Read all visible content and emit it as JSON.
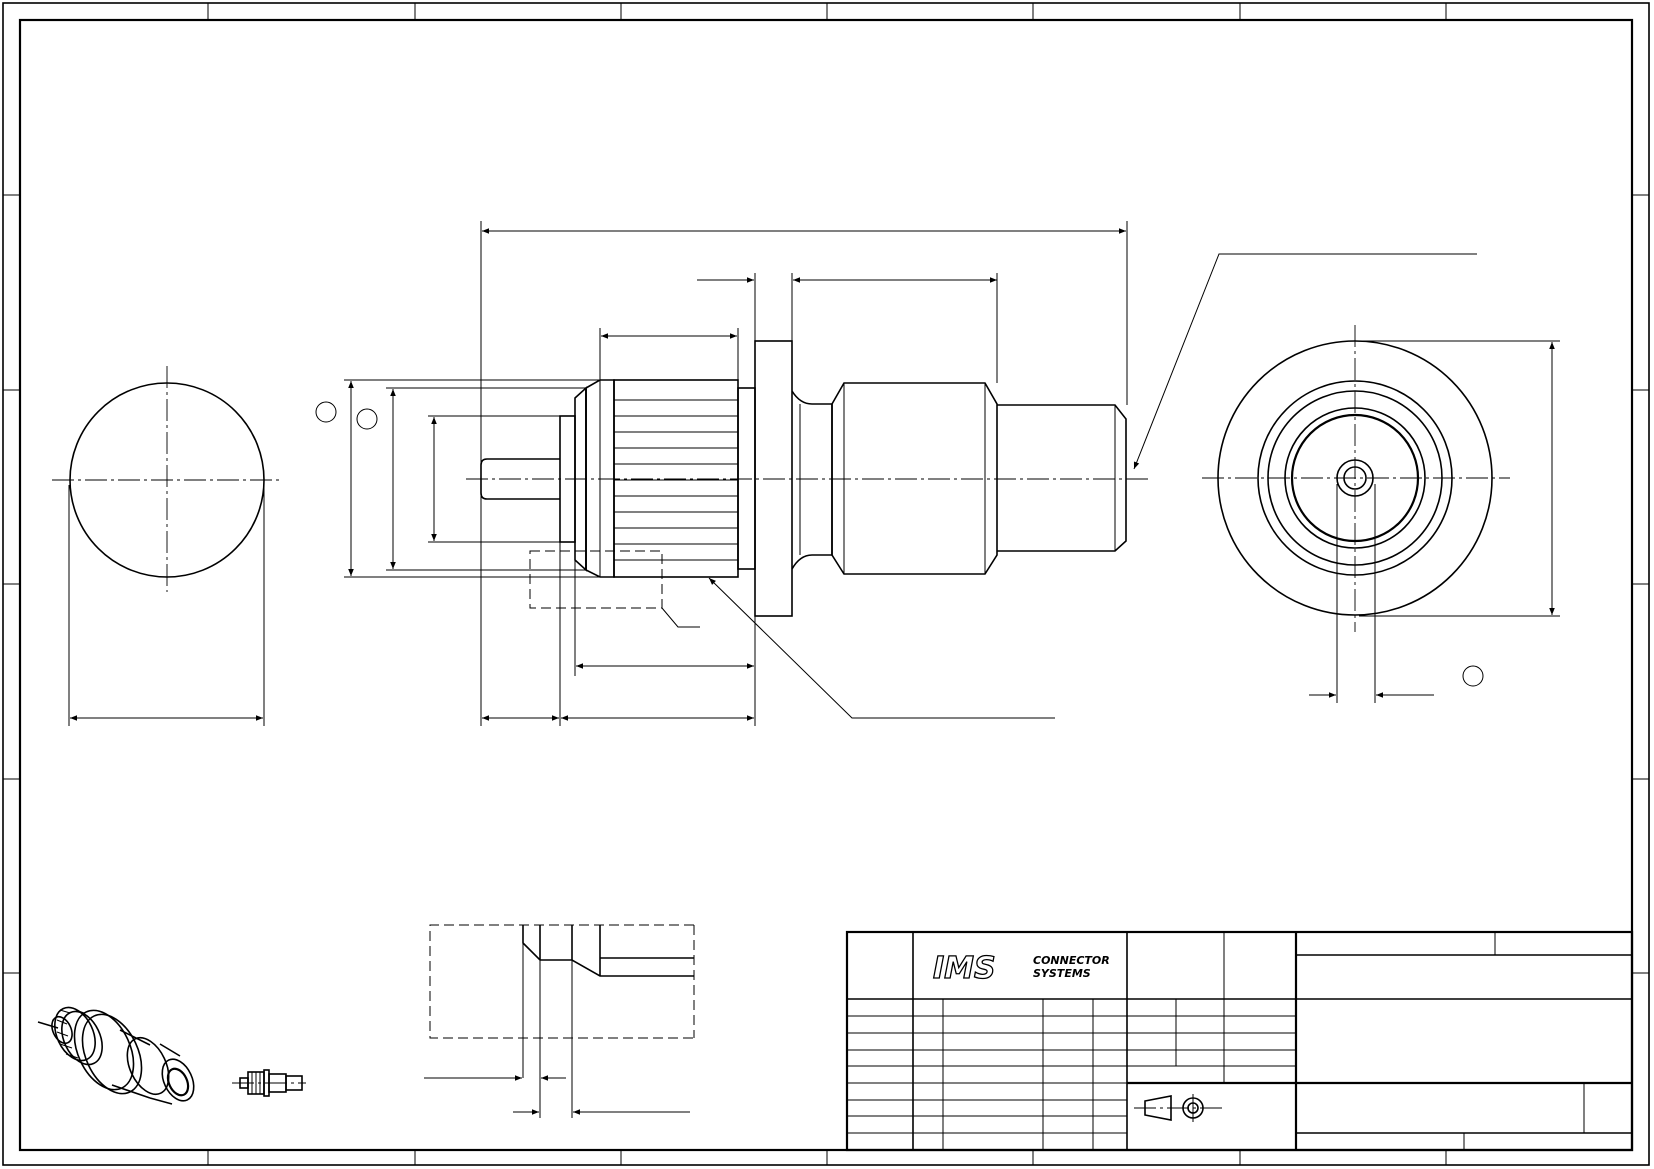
{
  "title_block": {
    "logo": {
      "mark": "IMS",
      "line1": "CONNECTOR",
      "line2": "SYSTEMS"
    }
  },
  "colors": {
    "line": "#000000",
    "background": "#ffffff"
  },
  "icons": [
    "projection-symbol-icon"
  ]
}
